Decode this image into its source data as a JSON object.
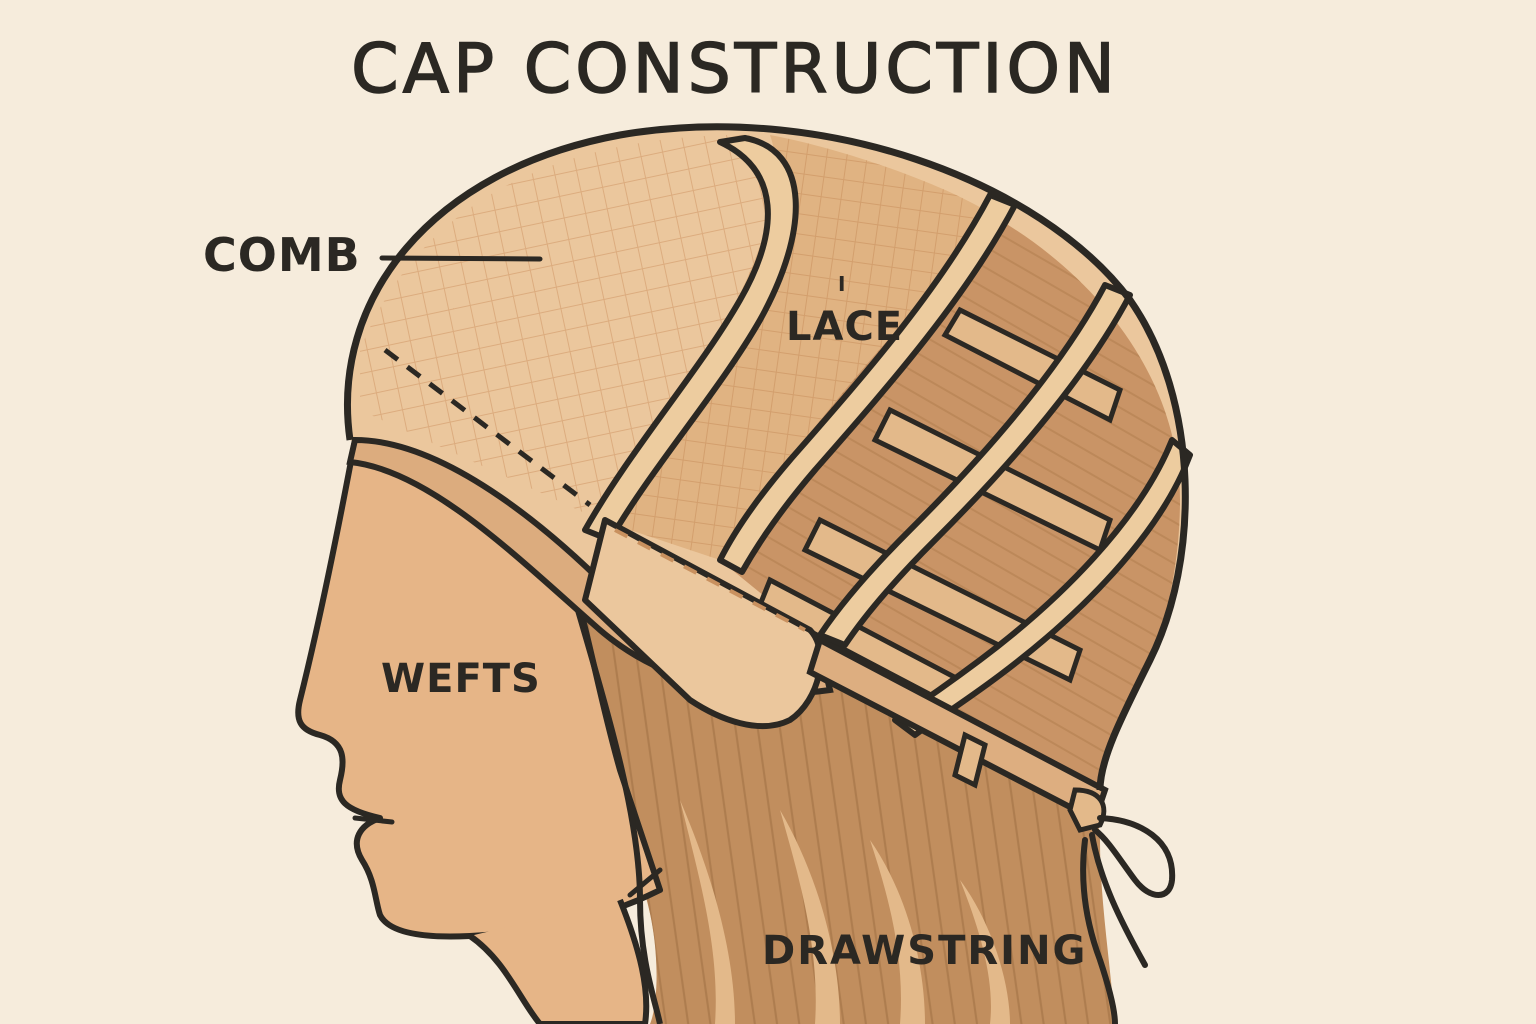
{
  "title": "CAP CONSTRUCTION",
  "labels": {
    "comb": "COMB",
    "lace": "LACE",
    "lace_tick": "I",
    "wefts": "WEFTS",
    "drawstring": "DRAWSTRING"
  },
  "colors": {
    "background": "#f6ecdc",
    "outline": "#2b2823",
    "skin": "#e6b587",
    "lace_light": "#ebc79d",
    "lace_mesh": "#d6a374",
    "weft_dark": "#c99466",
    "band_light": "#edcc9f",
    "hair": "#c18e5e",
    "hair_highlight": "#e3b98a"
  }
}
